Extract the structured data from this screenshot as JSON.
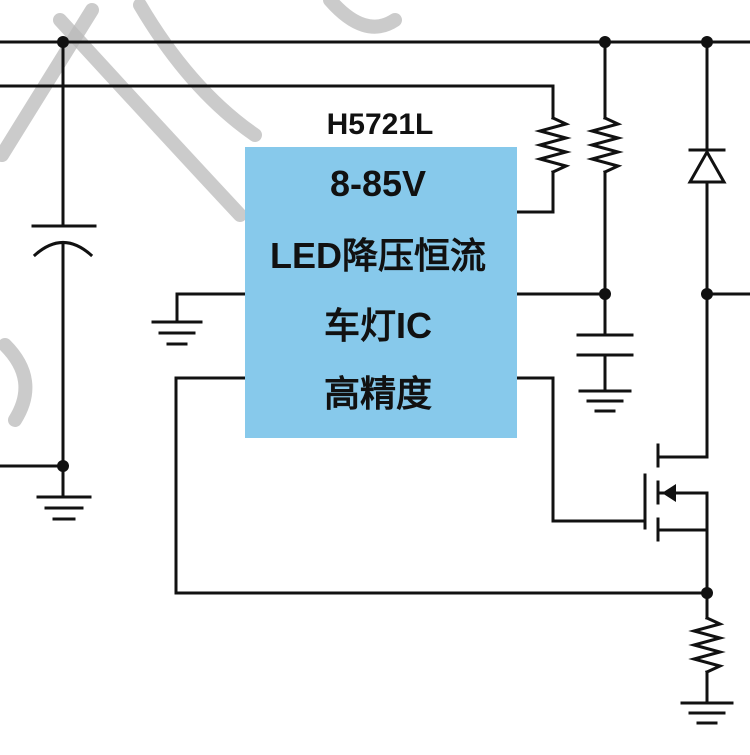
{
  "chip": {
    "part_number": "H5721L",
    "lines": [
      "8-85V",
      "LED降压恒流",
      "车灯IC",
      "高精度"
    ],
    "fill_color": "#87c9eb"
  }
}
